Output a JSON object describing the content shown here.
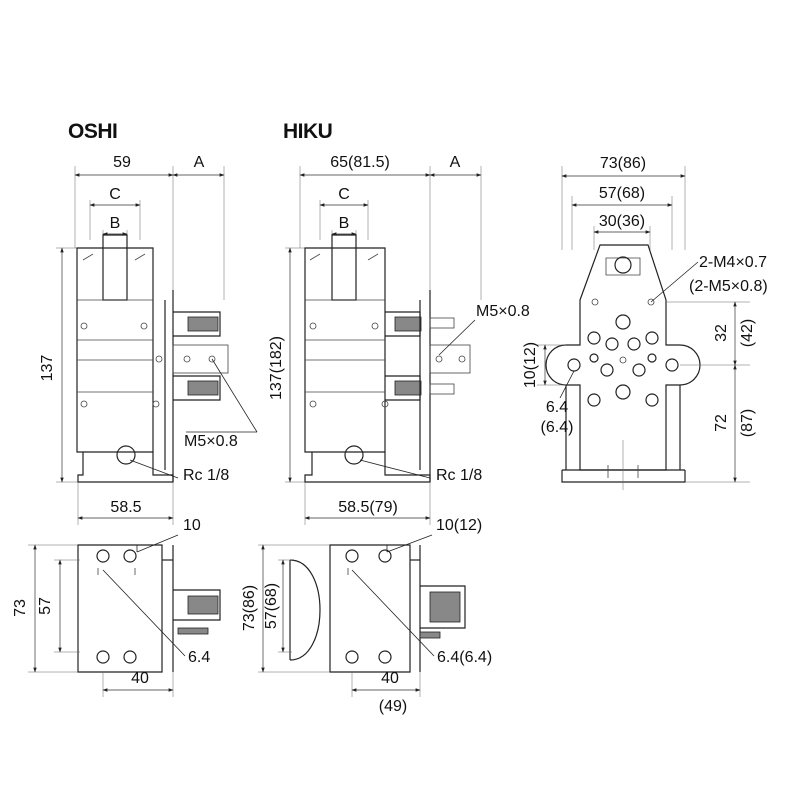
{
  "titles": {
    "oshi": "OSHI",
    "hiku": "HIKU"
  },
  "oshi": {
    "width": "59",
    "a": "A",
    "c": "C",
    "b": "B",
    "height": "137",
    "port_thread": "M5×0.8",
    "pipe_thread": "Rc 1/8",
    "base_width": "58.5",
    "tab_offset": "10",
    "outer_height": "73",
    "inner_height": "57",
    "hole_dia": "6.4",
    "hole_pitch": "40"
  },
  "hiku": {
    "width": "65(81.5)",
    "a": "A",
    "c": "C",
    "b": "B",
    "height": "137(182)",
    "port_thread": "M5×0.8",
    "pipe_thread": "Rc 1/8",
    "base_width": "58.5(79)",
    "tab_offset": "10(12)",
    "outer_height": "73(86)",
    "inner_height": "57(68)",
    "hole_dia": "6.4(6.4)",
    "hole_pitch": "40",
    "hole_pitch_alt": "(49)"
  },
  "side": {
    "total_width": "73(86)",
    "mid_width": "57(68)",
    "inner_width": "30(36)",
    "tap": "2-M4×0.7",
    "tap_alt": "(2-M5×0.8)",
    "dim_32": "32",
    "dim_42": "(42)",
    "dim_72": "72",
    "dim_87": "(87)",
    "slot": "10(12)",
    "hole": "6.4",
    "hole_alt": "(6.4)"
  }
}
